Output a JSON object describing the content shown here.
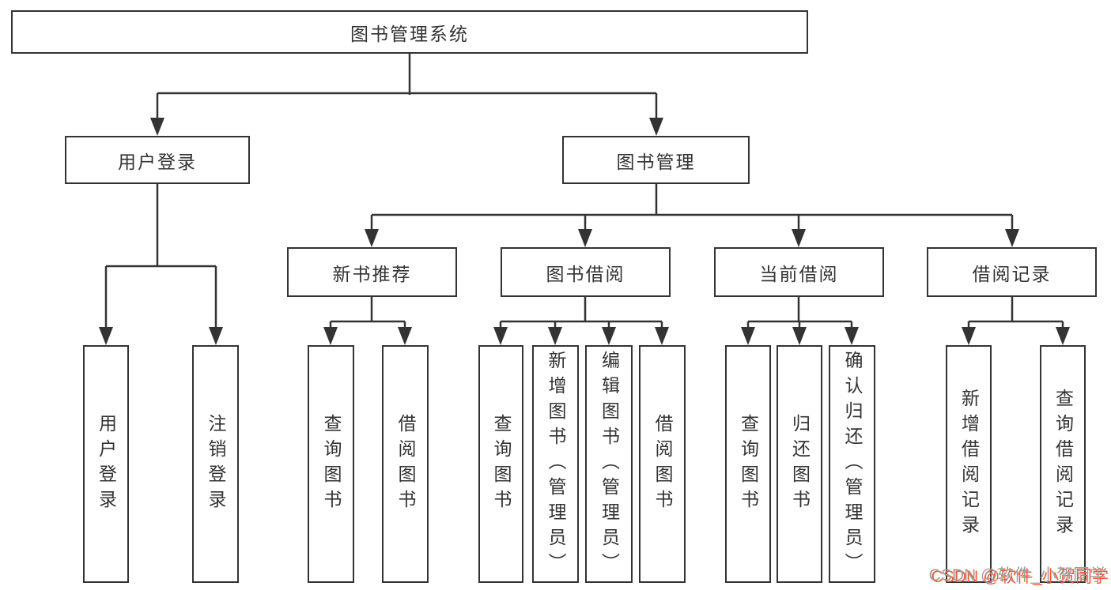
{
  "tree": {
    "root": {
      "label": "图书管理系统"
    },
    "branches": [
      {
        "label": "用户登录",
        "leaves": [
          {
            "label": "用户登录"
          },
          {
            "label": "注销登录"
          }
        ]
      },
      {
        "label": "图书管理",
        "groups": [
          {
            "label": "新书推荐",
            "leaves": [
              {
                "label": "查询图书"
              },
              {
                "label": "借阅图书"
              }
            ]
          },
          {
            "label": "图书借阅",
            "leaves": [
              {
                "label": "查询图书"
              },
              {
                "label": "新增图书（管理员）"
              },
              {
                "label": "编辑图书（管理员）"
              },
              {
                "label": "借阅图书"
              }
            ]
          },
          {
            "label": "当前借阅",
            "leaves": [
              {
                "label": "查询图书"
              },
              {
                "label": "归还图书"
              },
              {
                "label": "确认归还（管理员）"
              }
            ]
          },
          {
            "label": "借阅记录",
            "leaves": [
              {
                "label": "新增借阅记录"
              },
              {
                "label": "查询借阅记录"
              }
            ]
          }
        ]
      }
    ]
  },
  "watermark": {
    "text": "CSDN @软件_小贺同学"
  },
  "colors": {
    "line": "#333333",
    "text": "#333333",
    "bg": "#ffffff",
    "wm_gray": "#9e9e9e",
    "wm_red": "#fc5531"
  }
}
